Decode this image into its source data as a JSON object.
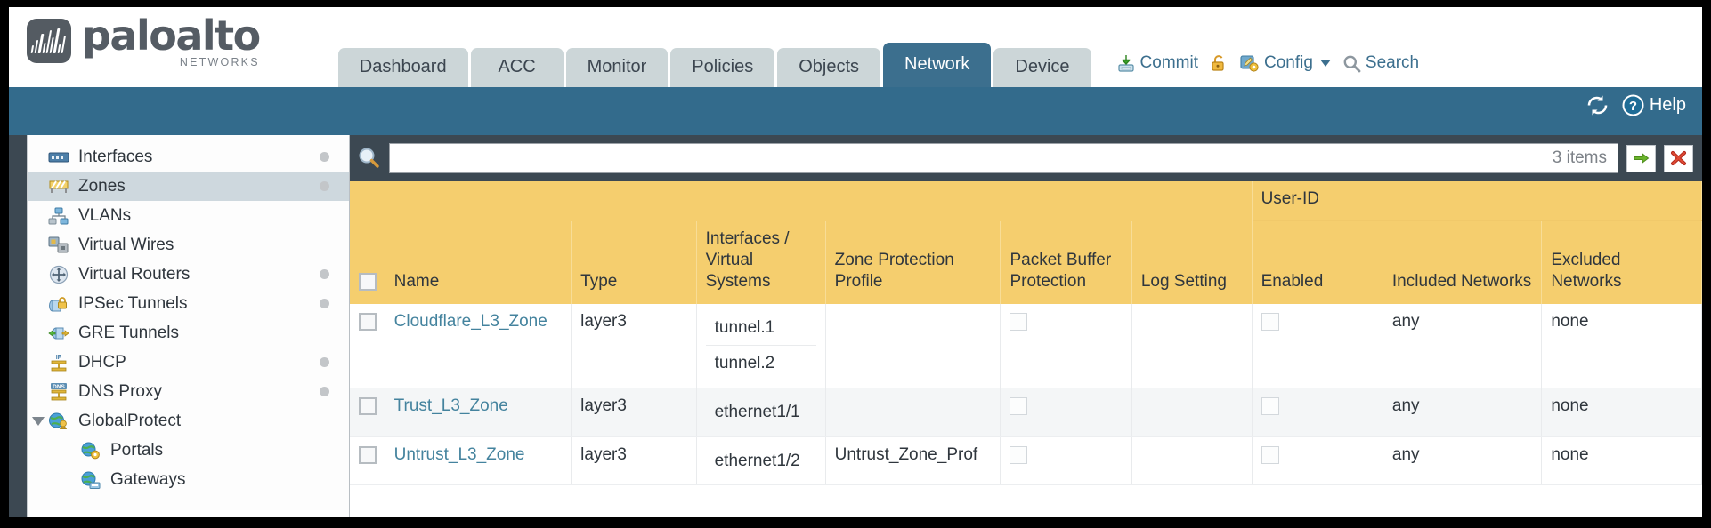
{
  "brand": {
    "name_main": "paloalto",
    "name_sub": "NETWORKS",
    "logo_icon": "paloalto-logo-icon"
  },
  "tabs": [
    {
      "label": "Dashboard",
      "active": false
    },
    {
      "label": "ACC",
      "active": false
    },
    {
      "label": "Monitor",
      "active": false
    },
    {
      "label": "Policies",
      "active": false
    },
    {
      "label": "Objects",
      "active": false
    },
    {
      "label": "Network",
      "active": true
    },
    {
      "label": "Device",
      "active": false
    }
  ],
  "header_actions": {
    "commit": "Commit",
    "commit_icon": "commit-save-icon",
    "lock_icon": "padlock-unlocked-icon",
    "config": "Config",
    "config_icon": "config-wrench-gear-icon",
    "search": "Search",
    "search_icon": "magnifier-icon"
  },
  "bluebar": {
    "refresh_icon": "refresh-icon",
    "help": "Help",
    "help_icon": "help-question-icon"
  },
  "sidebar": {
    "items": [
      {
        "label": "Interfaces",
        "icon": "interfaces-icon",
        "dot": true,
        "selected": false,
        "child": false,
        "twisty": false
      },
      {
        "label": "Zones",
        "icon": "zones-barrier-icon",
        "dot": true,
        "selected": true,
        "child": false,
        "twisty": false
      },
      {
        "label": "VLANs",
        "icon": "vlans-icon",
        "dot": false,
        "selected": false,
        "child": false,
        "twisty": false
      },
      {
        "label": "Virtual Wires",
        "icon": "virtual-wires-icon",
        "dot": false,
        "selected": false,
        "child": false,
        "twisty": false
      },
      {
        "label": "Virtual Routers",
        "icon": "virtual-routers-icon",
        "dot": true,
        "selected": false,
        "child": false,
        "twisty": false
      },
      {
        "label": "IPSec Tunnels",
        "icon": "ipsec-tunnels-icon",
        "dot": true,
        "selected": false,
        "child": false,
        "twisty": false
      },
      {
        "label": "GRE Tunnels",
        "icon": "gre-tunnels-icon",
        "dot": false,
        "selected": false,
        "child": false,
        "twisty": false
      },
      {
        "label": "DHCP",
        "icon": "dhcp-icon",
        "dot": true,
        "selected": false,
        "child": false,
        "twisty": false
      },
      {
        "label": "DNS Proxy",
        "icon": "dns-proxy-icon",
        "dot": true,
        "selected": false,
        "child": false,
        "twisty": false
      },
      {
        "label": "GlobalProtect",
        "icon": "globalprotect-icon",
        "dot": false,
        "selected": false,
        "child": false,
        "twisty": true
      },
      {
        "label": "Portals",
        "icon": "portals-icon",
        "dot": false,
        "selected": false,
        "child": true,
        "twisty": false
      },
      {
        "label": "Gateways",
        "icon": "gateways-icon",
        "dot": false,
        "selected": false,
        "child": true,
        "twisty": false
      }
    ]
  },
  "filterbar": {
    "search_icon": "magnifier-icon",
    "value": "",
    "placeholder": "",
    "items_count": "3 items",
    "apply_icon": "green-arrow-apply-icon",
    "clear_icon": "red-x-clear-icon"
  },
  "table": {
    "group_header": {
      "label": "User-ID",
      "span": 3
    },
    "columns": [
      "Name",
      "Type",
      "Interfaces / Virtual Systems",
      "Zone Protection Profile",
      "Packet Buffer Protection",
      "Log Setting",
      "Enabled",
      "Included Networks",
      "Excluded Networks"
    ],
    "rows": [
      {
        "selected": false,
        "name": "Cloudflare_L3_Zone",
        "type": "layer3",
        "interfaces": [
          "tunnel.1",
          "tunnel.2"
        ],
        "zone_protection_profile": "",
        "packet_buffer_protection": false,
        "log_setting": "",
        "userid_enabled": false,
        "included_networks": "any",
        "excluded_networks": "none"
      },
      {
        "selected": false,
        "name": "Trust_L3_Zone",
        "type": "layer3",
        "interfaces": [
          "ethernet1/1"
        ],
        "zone_protection_profile": "",
        "packet_buffer_protection": false,
        "log_setting": "",
        "userid_enabled": false,
        "included_networks": "any",
        "excluded_networks": "none"
      },
      {
        "selected": false,
        "name": "Untrust_L3_Zone",
        "type": "layer3",
        "interfaces": [
          "ethernet1/2"
        ],
        "zone_protection_profile": "Untrust_Zone_Prof",
        "packet_buffer_protection": false,
        "log_setting": "",
        "userid_enabled": false,
        "included_networks": "any",
        "excluded_networks": "none"
      }
    ]
  },
  "colors": {
    "brand_slate": "#545b62",
    "tab_inactive": "#ccd6d8",
    "tab_active": "#3c6f8e",
    "bluebar": "#336b8c",
    "main_dark": "#3c4852",
    "table_header_gold": "#f5ce6e",
    "group_header_gold": "#e3b854",
    "link_blue": "#44839e",
    "sidebar_selected": "#ced8de"
  }
}
